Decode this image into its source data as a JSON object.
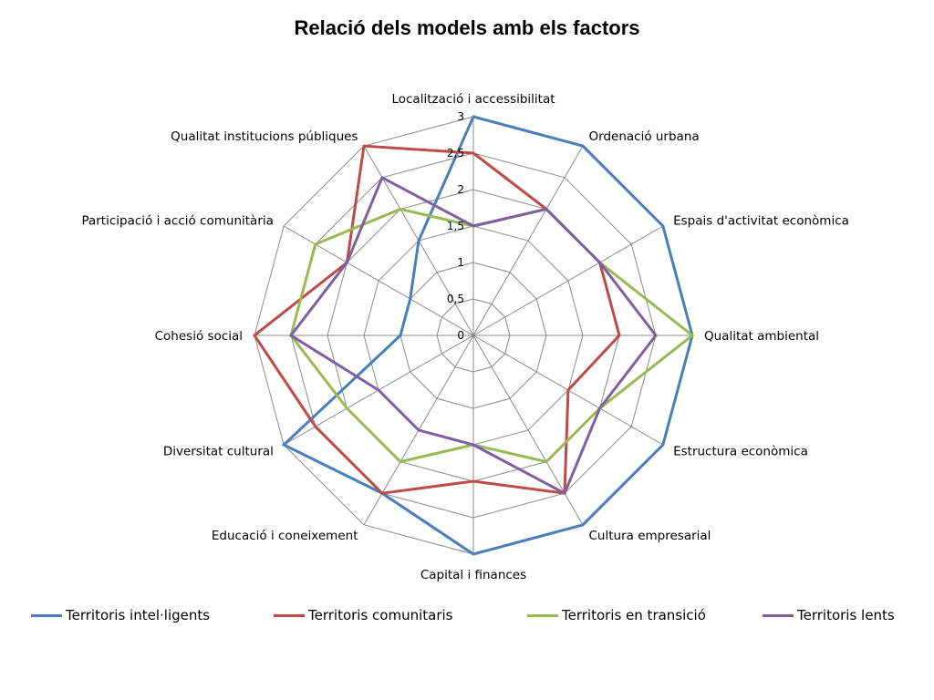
{
  "chart_data": {
    "type": "radar",
    "title": "Relació dels models amb els factors",
    "categories": [
      "Localització i accessibilitat",
      "Ordenació urbana",
      "Espais d'activitat econòmica",
      "Qualitat ambiental",
      "Estructura econòmica",
      "Cultura empresarial",
      "Capital i finances",
      "Educació i coneixement",
      "Diversitat cultural",
      "Cohesió social",
      "Participació i acció comunitària",
      "Qualitat institucions públiques"
    ],
    "rlim": [
      0,
      3
    ],
    "ticks": [
      "0",
      "0,5",
      "1",
      "1,5",
      "2",
      "2,5",
      "3"
    ],
    "tick_values": [
      0,
      0.5,
      1,
      1.5,
      2,
      2.5,
      3
    ],
    "grid": true,
    "legend_position": "bottom",
    "series": [
      {
        "name": "Territoris intel·ligents",
        "color": "#4a7ebb",
        "values": [
          3,
          3,
          3,
          3,
          3,
          3,
          3,
          2.5,
          3,
          1,
          1,
          1.5
        ]
      },
      {
        "name": "Territoris comunitaris",
        "color": "#be4b48",
        "values": [
          2.5,
          2,
          2,
          2,
          1.5,
          2.5,
          2,
          2.5,
          2.5,
          3,
          2,
          3
        ]
      },
      {
        "name": "Territoris en transició",
        "color": "#98b954",
        "values": [
          1.5,
          2,
          2,
          3,
          2,
          2,
          1.5,
          2,
          2,
          2.5,
          2.5,
          2
        ]
      },
      {
        "name": "Territoris lents",
        "color": "#7d60a0",
        "values": [
          1.5,
          2,
          2,
          2.5,
          2,
          2.5,
          1.5,
          1.5,
          1.5,
          2.5,
          2,
          2.5
        ]
      }
    ]
  }
}
